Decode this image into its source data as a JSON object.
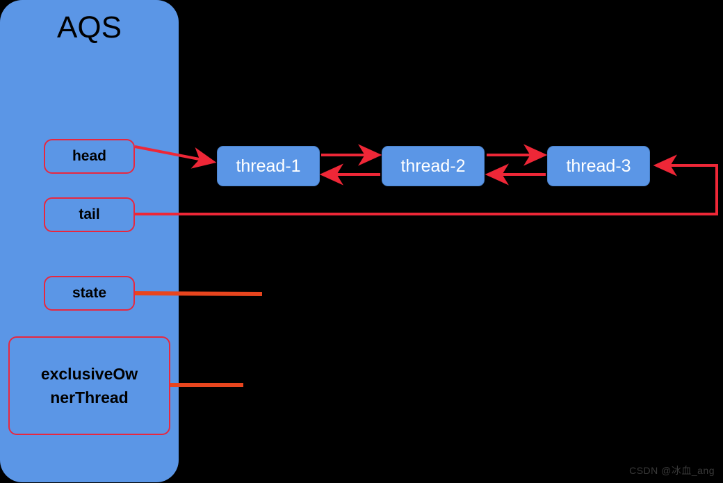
{
  "diagram": {
    "title": "AQS",
    "panel": {
      "label": "AQS",
      "fill_color": "#5B96E6"
    },
    "fields": [
      {
        "id": "head",
        "label": "head"
      },
      {
        "id": "tail",
        "label": "tail"
      },
      {
        "id": "state",
        "label": "state"
      },
      {
        "id": "exclusiveOwnerThread",
        "line1": "exclusiveOw",
        "line2": "nerThread"
      }
    ],
    "nodes": [
      {
        "id": "thread-1",
        "label": "thread-1"
      },
      {
        "id": "thread-2",
        "label": "thread-2"
      },
      {
        "id": "thread-3",
        "label": "thread-3"
      }
    ],
    "connectors": [
      {
        "id": "head-to-thread-1",
        "from": "head",
        "to": "thread-1",
        "style": "arrow",
        "color": "#E8273F"
      },
      {
        "id": "thread-1-next-thread-2",
        "from": "thread-1",
        "to": "thread-2",
        "style": "arrow",
        "color": "#EE2737"
      },
      {
        "id": "thread-2-prev-thread-1",
        "from": "thread-2",
        "to": "thread-1",
        "style": "arrow",
        "color": "#EE2737"
      },
      {
        "id": "thread-2-next-thread-3",
        "from": "thread-2",
        "to": "thread-3",
        "style": "arrow",
        "color": "#EE2737"
      },
      {
        "id": "thread-3-prev-thread-2",
        "from": "thread-3",
        "to": "thread-2",
        "style": "arrow",
        "color": "#EE2737"
      },
      {
        "id": "tail-to-thread-3",
        "from": "tail",
        "to": "thread-3",
        "style": "arrow-elbow",
        "color": "#E8273F"
      },
      {
        "id": "state-line",
        "from": "state",
        "to": "",
        "style": "plain-line",
        "color": "#E8451E"
      },
      {
        "id": "owner-line",
        "from": "exclusiveOwnerThread",
        "to": "",
        "style": "plain-line",
        "color": "#E8451E"
      }
    ],
    "colors": {
      "background": "#000000",
      "panel_fill": "#5B96E6",
      "node_fill": "#5B96E6",
      "field_border": "#E8273F",
      "arrow_red": "#EE2737",
      "plain_orange": "#E8451E",
      "node_text": "#FFFFFF",
      "field_text": "#000000"
    }
  },
  "watermark": {
    "text": "CSDN @冰血_ang"
  }
}
